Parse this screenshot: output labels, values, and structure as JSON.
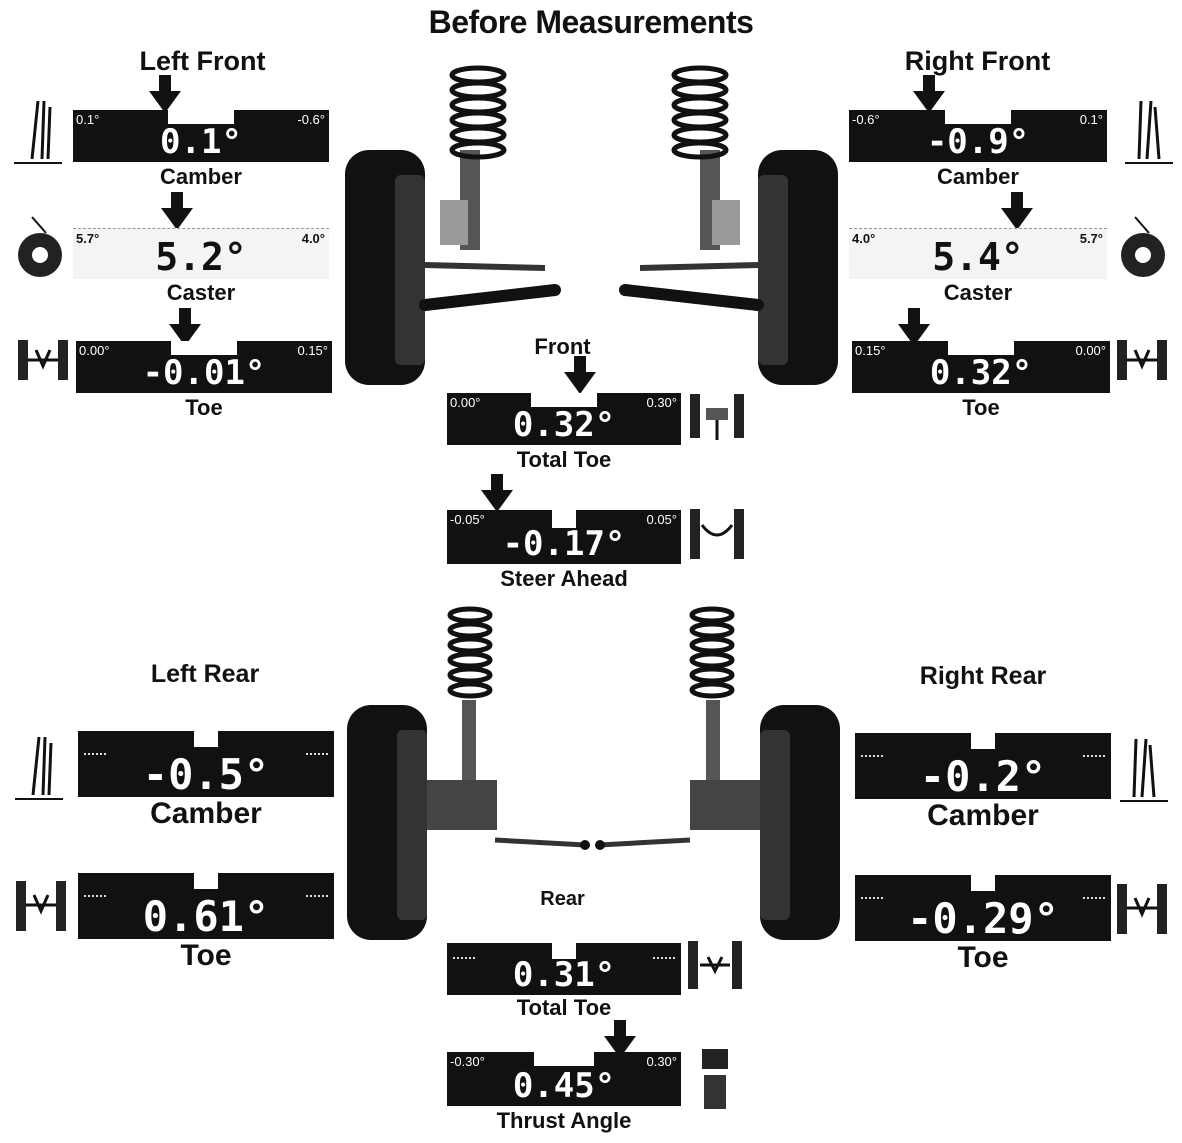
{
  "title": "Before Measurements",
  "left_front": {
    "heading": "Left Front",
    "camber": {
      "min": "0.1°",
      "max": "-0.6°",
      "value": "0.1°",
      "label": "Camber"
    },
    "caster": {
      "min": "5.7°",
      "max": "4.0°",
      "value": "5.2°",
      "label": "Caster"
    },
    "toe": {
      "min": "0.00°",
      "max": "0.15°",
      "value": "-0.01°",
      "label": "Toe"
    }
  },
  "right_front": {
    "heading": "Right Front",
    "camber": {
      "min": "-0.6°",
      "max": "0.1°",
      "value": "-0.9°",
      "label": "Camber"
    },
    "caster": {
      "min": "4.0°",
      "max": "5.7°",
      "value": "5.4°",
      "label": "Caster"
    },
    "toe": {
      "min": "0.15°",
      "max": "0.00°",
      "value": "0.32°",
      "label": "Toe"
    }
  },
  "front": {
    "heading": "Front",
    "total_toe": {
      "min": "0.00°",
      "max": "0.30°",
      "value": "0.32°",
      "label": "Total Toe"
    },
    "steer_ahead": {
      "min": "-0.05°",
      "max": "0.05°",
      "value": "-0.17°",
      "label": "Steer Ahead"
    }
  },
  "left_rear": {
    "heading": "Left Rear",
    "camber": {
      "value": "-0.5°",
      "label": "Camber"
    },
    "toe": {
      "value": "0.61°",
      "label": "Toe"
    }
  },
  "right_rear": {
    "heading": "Right Rear",
    "camber": {
      "value": "-0.2°",
      "label": "Camber"
    },
    "toe": {
      "value": "-0.29°",
      "label": "Toe"
    }
  },
  "rear": {
    "heading": "Rear",
    "total_toe": {
      "value": "0.31°",
      "label": "Total Toe"
    },
    "thrust_angle": {
      "min": "-0.30°",
      "max": "0.30°",
      "value": "0.45°",
      "label": "Thrust Angle"
    }
  }
}
